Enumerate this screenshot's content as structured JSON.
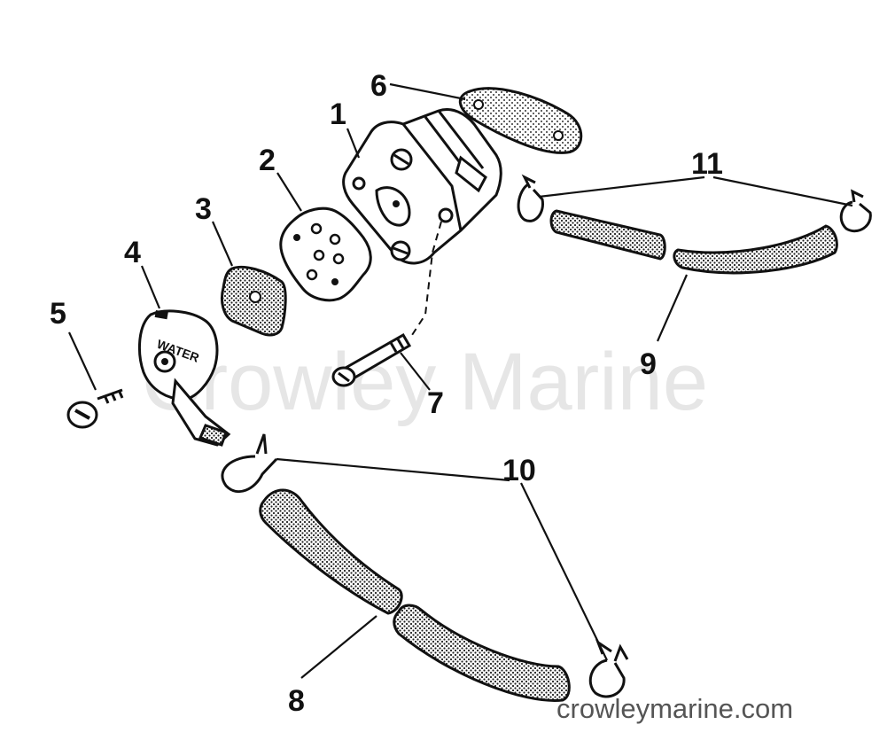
{
  "watermark": {
    "text": "Crowley Marine"
  },
  "website": {
    "text": "crowleymarine.com"
  },
  "parts": [
    {
      "ref": "1"
    },
    {
      "ref": "2"
    },
    {
      "ref": "3"
    },
    {
      "ref": "4"
    },
    {
      "ref": "5"
    },
    {
      "ref": "6"
    },
    {
      "ref": "7"
    },
    {
      "ref": "8"
    },
    {
      "ref": "9"
    },
    {
      "ref": "10"
    },
    {
      "ref": "11"
    }
  ],
  "part4_marking": "WATER",
  "colors": {
    "ink": "#111111",
    "watermark": "#e6e6e6",
    "background": "#ffffff"
  }
}
